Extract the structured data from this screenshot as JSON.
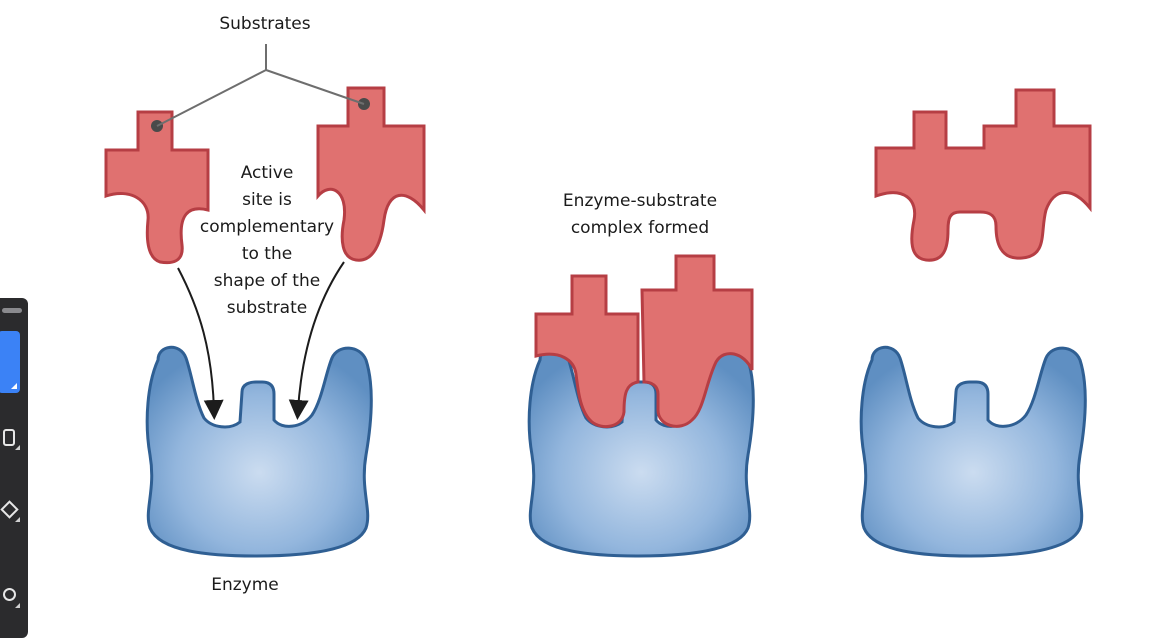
{
  "labels": {
    "substrates": "Substrates",
    "active_site": [
      "Active",
      "site is",
      "complementary",
      "to the",
      "shape of the",
      "substrate"
    ],
    "complex": [
      "Enzyme-substrate",
      "complex formed"
    ],
    "enzyme": "Enzyme"
  },
  "colors": {
    "substrate_fill": "#e07170",
    "substrate_stroke": "#b63e44",
    "enzyme_fill": "#6a99c9",
    "enzyme_light": "#cbdcf0",
    "enzyme_stroke": "#2f5f93",
    "pointer_line": "#6e6e6e",
    "arrow": "#1c1c1c",
    "toolbar_bg": "#2b2b2d",
    "toolbar_accent": "#3b82f6"
  },
  "icons": [
    "select-tool-icon",
    "pen-tool-icon",
    "shape-tool-icon",
    "text-tool-icon"
  ]
}
